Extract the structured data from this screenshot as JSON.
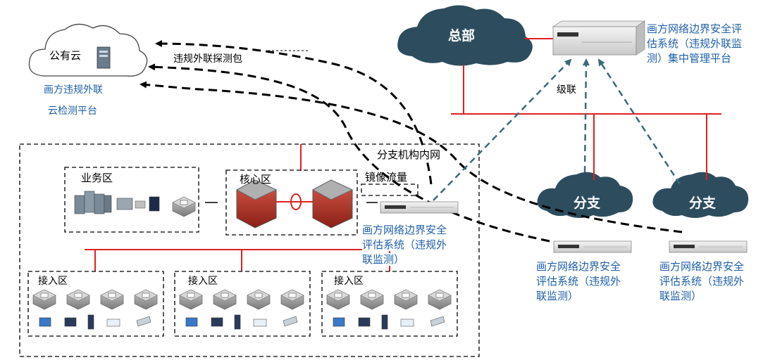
{
  "clouds": {
    "public": "公有云",
    "hq": "总部",
    "branch1": "分支",
    "branch2": "分支"
  },
  "labels": {
    "public_platform_line1": "画方违规外联",
    "public_platform_line2": "云检测平台",
    "probe_packet": "违规外联探测包",
    "hq_platform_line1": "画方网络边界安全评",
    "hq_platform_line2": "估系统（违规外联监",
    "hq_platform_line3": "测）集中管理平台",
    "cascade": "级联",
    "branch_network": "分支机构内网",
    "mirror_traffic": "镜像流量",
    "business_zone": "业务区",
    "core_zone": "核心区",
    "access_zone_1": "接入区",
    "access_zone_2": "接入区",
    "access_zone_3": "接入区",
    "local_device_line1": "画方网络边界安全",
    "local_device_line2": "评估系统（违规外",
    "local_device_line3": "联监测）",
    "branch1_device_line1": "画方网络边界安全",
    "branch1_device_line2": "评估系统（违规外",
    "branch1_device_line3": "联监测）",
    "branch2_device_line1": "画方网络边界安全",
    "branch2_device_line2": "评估系统（违规外",
    "branch2_device_line3": "联监测）"
  },
  "colors": {
    "cloud_dark": "#2d4d5e",
    "link_red": "#e02020",
    "dash_teal": "#3a6a78",
    "label_blue": "#1f5fa8"
  }
}
